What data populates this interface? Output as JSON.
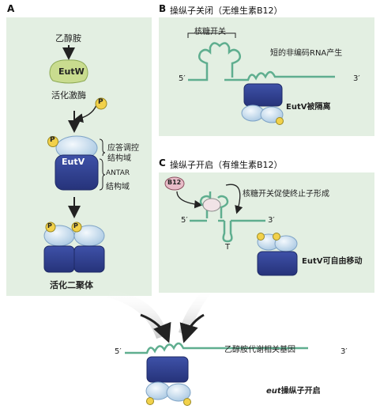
{
  "panel_a": {
    "label": "A",
    "ethanolamine": "乙醇胺",
    "eutw": "EutW",
    "kinase": "活化激酶",
    "phospho": "P",
    "response_domain_1": "应答调控",
    "response_domain_2": "结构域",
    "eutv": "EutV",
    "antar_1": "ANTAR",
    "antar_2": "结构域",
    "dimer": "活化二聚体"
  },
  "panel_b": {
    "label": "B",
    "title": "操纵子关闭（无维生素B12）",
    "riboswitch": "核糖开关",
    "ncrna": "短的非编码RNA产生",
    "five_prime": "5′",
    "three_prime": "3′",
    "sequestered": "EutV被隔离"
  },
  "panel_c": {
    "label": "C",
    "title": "操纵子开启（有维生素B12）",
    "b12": "B12",
    "terminator": "核糖开关促使终止子形成",
    "five_prime": "5′",
    "three_prime": "3′",
    "t_label": "T",
    "free": "EutV可自由移动"
  },
  "bottom": {
    "five_prime": "5′",
    "three_prime": "3′",
    "genes": "乙醇胺代谢相关基因",
    "operon_italic": "eut",
    "operon_rest": "操纵子开启"
  },
  "colors": {
    "panel_bg": "#e3efe2",
    "rna": "#5fae8f",
    "protein_light": "#cfe2f1",
    "protein_dark": "#2f3f8f",
    "phospho": "#f2d14a",
    "b12": "#e8bcc8"
  }
}
